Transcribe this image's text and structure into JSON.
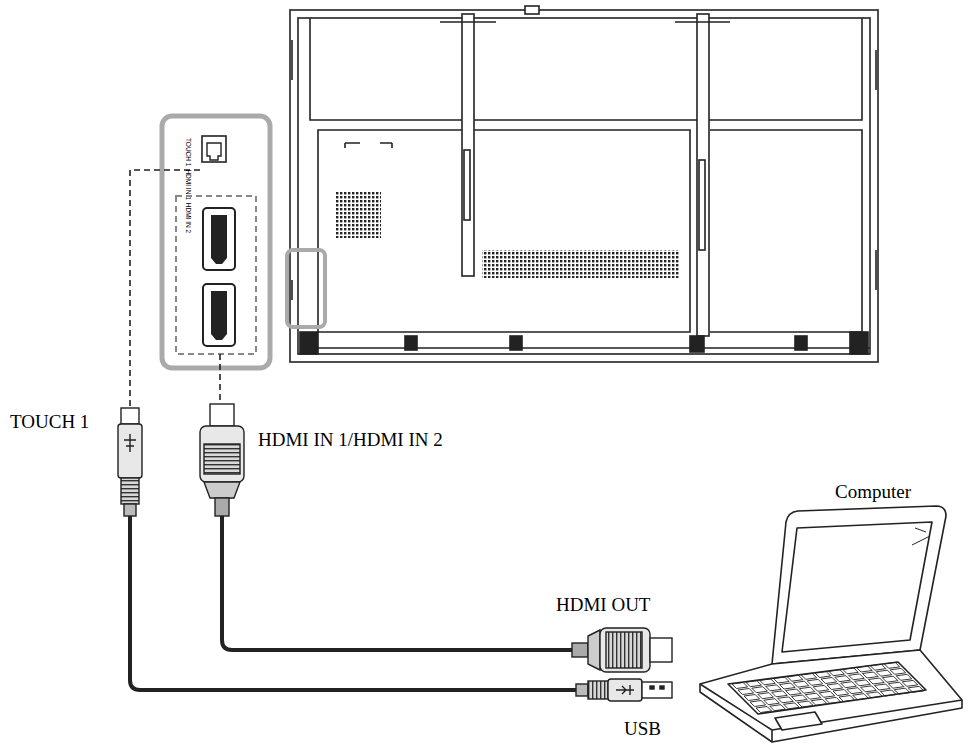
{
  "diagram": {
    "labels": [
      "TOUCH 1",
      "HDMI IN 1",
      "HDMI IN 2",
      "TOUCH 1",
      "HDMI IN 1/HDMI IN 2",
      "HDMI OUT",
      "USB",
      "Computer"
    ]
  }
}
